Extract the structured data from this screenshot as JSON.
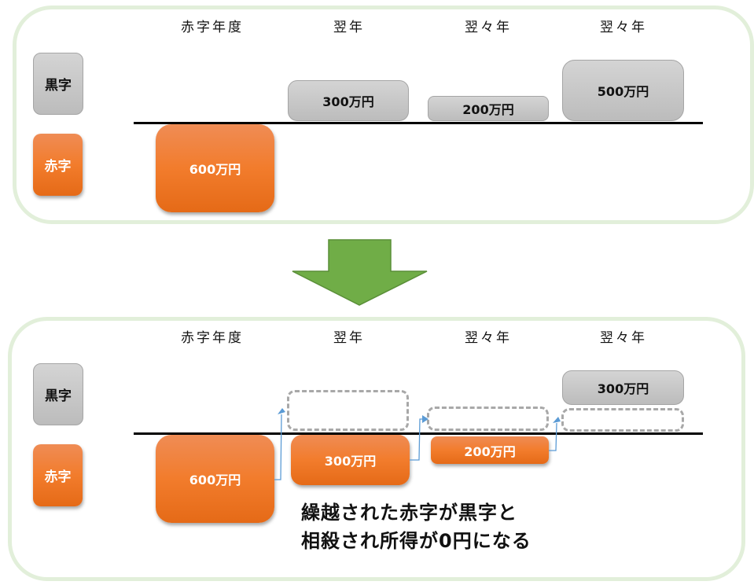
{
  "colors": {
    "panel_border": "#e2efda",
    "deficit_orange": "#f27c2c",
    "surplus_gray": "#c8c8c8",
    "arrow_green": "#70ad47",
    "connector_blue": "#5b9bd5"
  },
  "legend": {
    "surplus_label": "黒字",
    "deficit_label": "赤字"
  },
  "columns": [
    "赤字年度",
    "翌年",
    "翌々年",
    "翌々年"
  ],
  "before": {
    "deficit": {
      "year_index": 0,
      "label": "600万円",
      "value_man_yen": 600
    },
    "surpluses": [
      {
        "year_index": 1,
        "label": "300万円",
        "value_man_yen": 300
      },
      {
        "year_index": 2,
        "label": "200万円",
        "value_man_yen": 200
      },
      {
        "year_index": 3,
        "label": "500万円",
        "value_man_yen": 500
      }
    ]
  },
  "transition_arrow": "down-arrow",
  "after": {
    "deficits": [
      {
        "year_index": 0,
        "label": "600万円",
        "value_man_yen": 600
      },
      {
        "year_index": 1,
        "label": "300万円",
        "value_man_yen": 300
      },
      {
        "year_index": 2,
        "label": "200万円",
        "value_man_yen": 200
      }
    ],
    "offset_placeholders": [
      {
        "year_index": 1,
        "value_man_yen": 300
      },
      {
        "year_index": 2,
        "value_man_yen": 200
      },
      {
        "year_index": 3,
        "value_man_yen": 200
      }
    ],
    "remaining_surplus": {
      "year_index": 3,
      "label": "300万円",
      "value_man_yen": 300
    },
    "caption_line1": "繰越された赤字が黒字と",
    "caption_line2": "相殺され所得が0円になる"
  }
}
